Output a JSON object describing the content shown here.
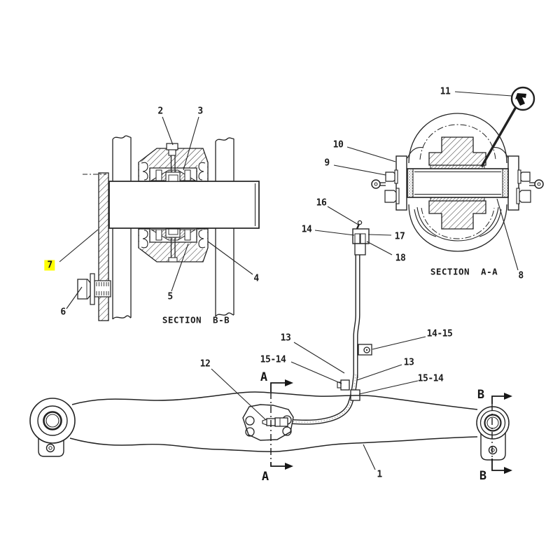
{
  "diagram": {
    "type": "parts-section-diagram",
    "background_color": "#ffffff",
    "line_color": "#222222",
    "highlight_color": "#ffff00",
    "views": {
      "section_bb": {
        "label": "SECTION B-B"
      },
      "section_aa": {
        "label": "SECTION A-A"
      }
    },
    "section_markers": {
      "a": "A",
      "b": "B"
    },
    "callouts": [
      {
        "id": "1",
        "label": "1",
        "highlighted": false
      },
      {
        "id": "2",
        "label": "2",
        "highlighted": false
      },
      {
        "id": "3",
        "label": "3",
        "highlighted": false
      },
      {
        "id": "4",
        "label": "4",
        "highlighted": false
      },
      {
        "id": "5",
        "label": "5",
        "highlighted": false
      },
      {
        "id": "6",
        "label": "6",
        "highlighted": false
      },
      {
        "id": "7",
        "label": "7",
        "highlighted": true
      },
      {
        "id": "8",
        "label": "8",
        "highlighted": false
      },
      {
        "id": "9",
        "label": "9",
        "highlighted": false
      },
      {
        "id": "10",
        "label": "10",
        "highlighted": false
      },
      {
        "id": "11",
        "label": "11",
        "highlighted": false
      },
      {
        "id": "12",
        "label": "12",
        "highlighted": false
      },
      {
        "id": "13a",
        "label": "13",
        "highlighted": false
      },
      {
        "id": "13b",
        "label": "13",
        "highlighted": false
      },
      {
        "id": "14",
        "label": "14",
        "highlighted": false
      },
      {
        "id": "14-15",
        "label": "14-15",
        "highlighted": false
      },
      {
        "id": "15-14a",
        "label": "15-14",
        "highlighted": false
      },
      {
        "id": "15-14b",
        "label": "15-14",
        "highlighted": false
      },
      {
        "id": "16",
        "label": "16",
        "highlighted": false
      },
      {
        "id": "17",
        "label": "17",
        "highlighted": false
      },
      {
        "id": "18",
        "label": "18",
        "highlighted": false
      }
    ]
  }
}
